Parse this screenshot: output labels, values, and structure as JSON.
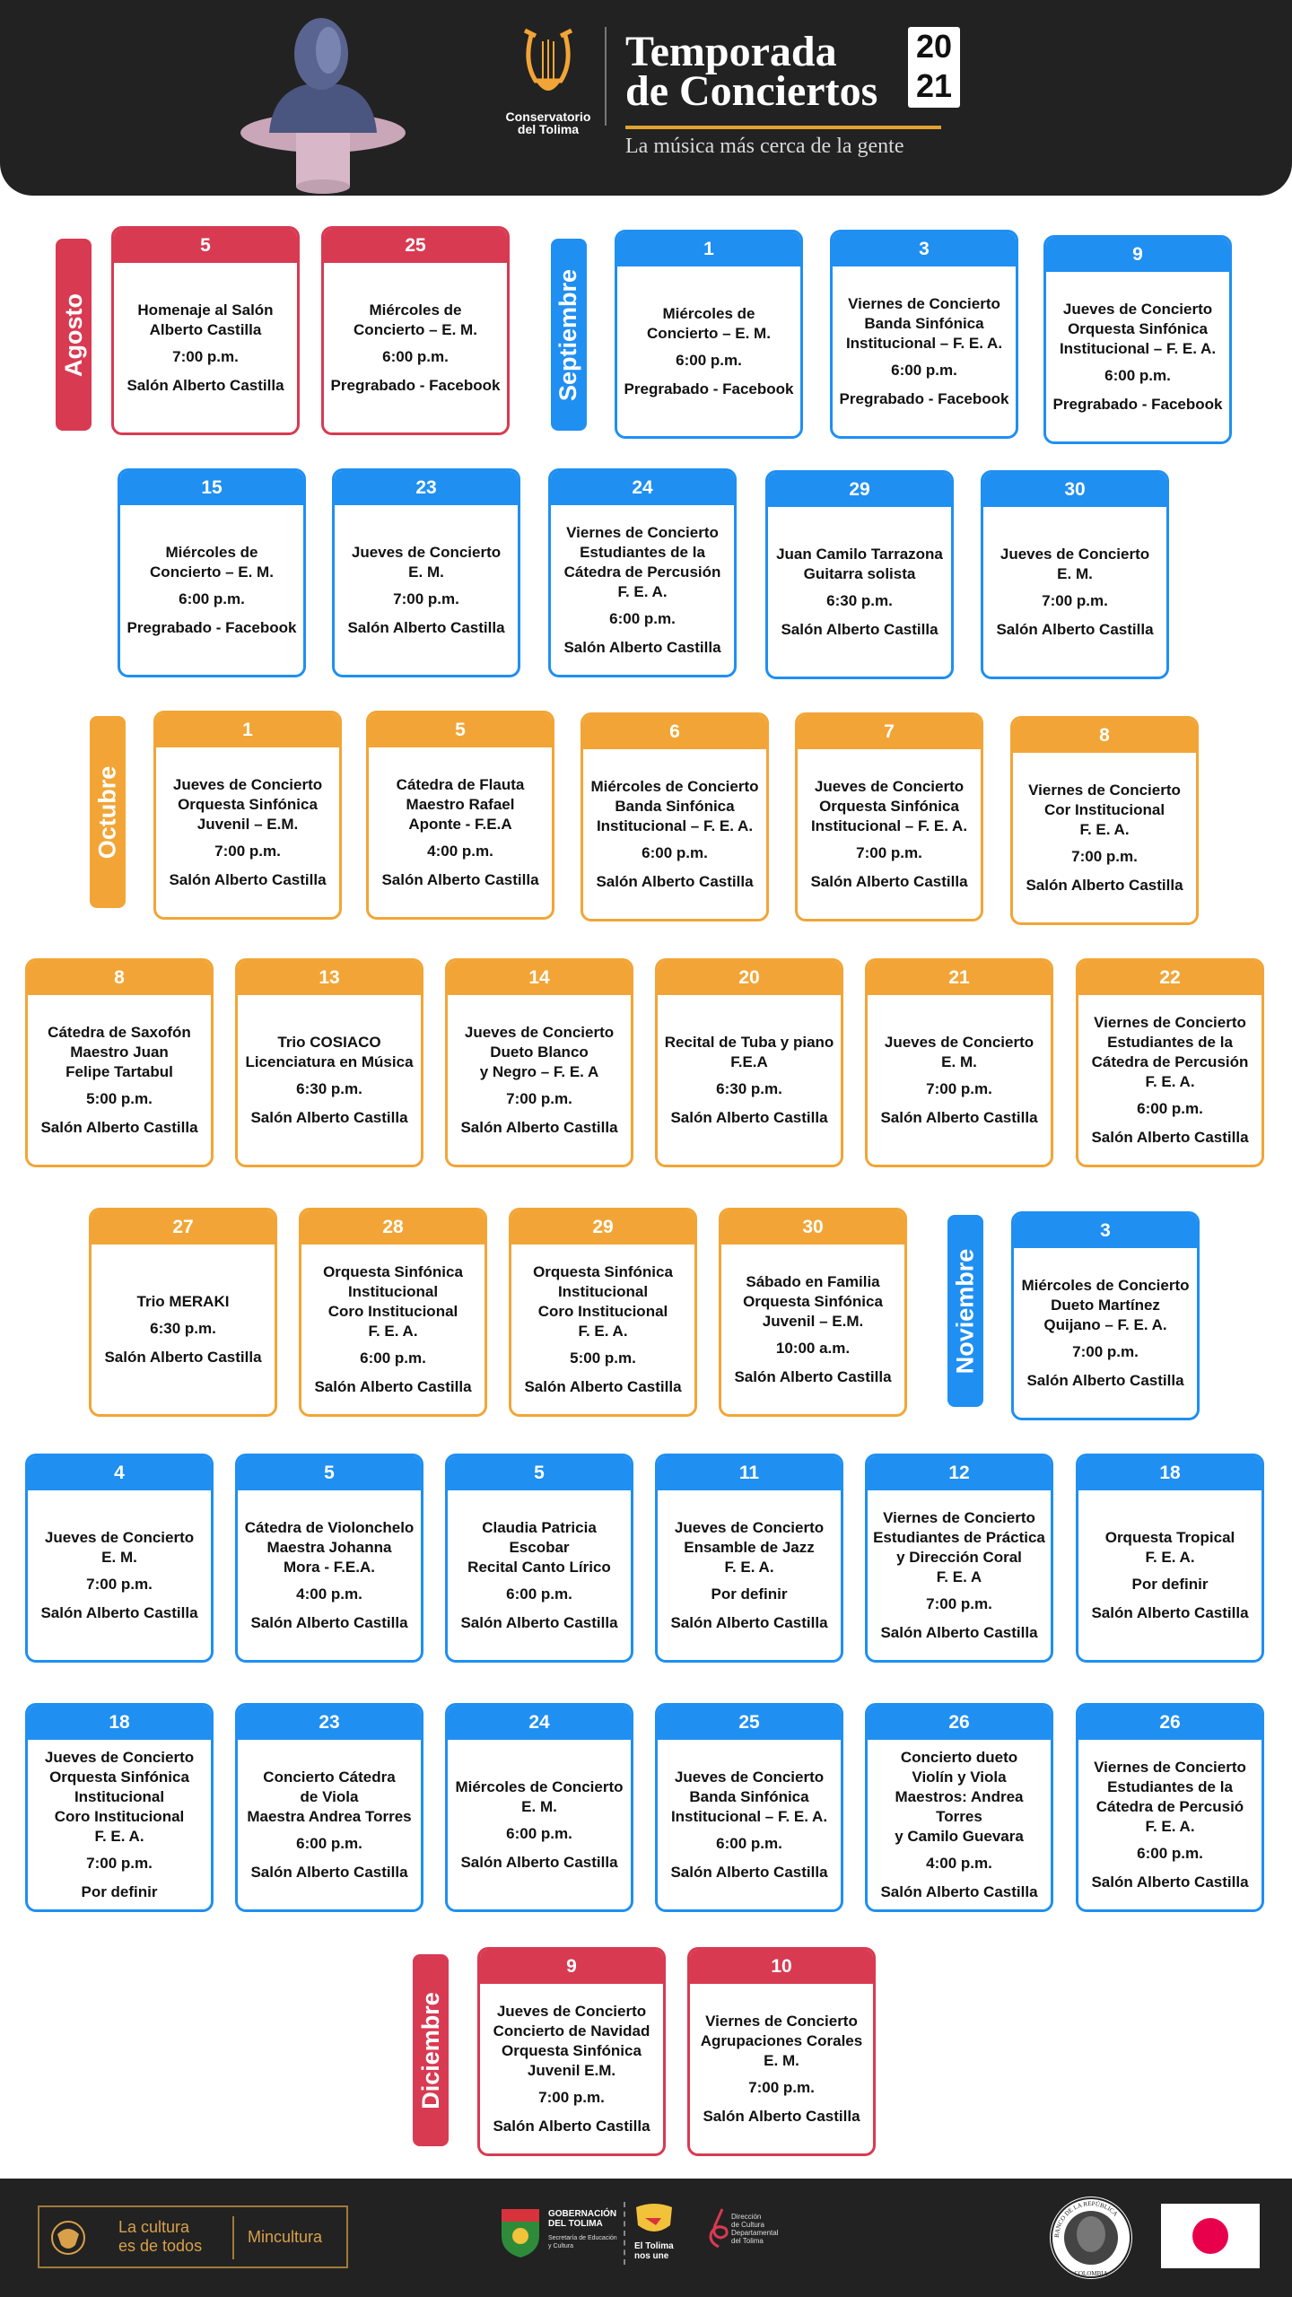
{
  "header": {
    "conservatorio": "Conservatorio\ndel Tolima",
    "title_line1": "Temporada",
    "title_line2": "de Conciertos",
    "year_top": "20",
    "year_bottom": "21",
    "subtitle": "La música más cerca de la gente"
  },
  "colors": {
    "red": "#d83a52",
    "blue": "#1f8ff2",
    "orange": "#f2a536",
    "dark": "#222222",
    "gold": "#e0a32e"
  },
  "months": {
    "agosto": "Agosto",
    "septiembre": "Septiembre",
    "octubre": "Octubre",
    "noviembre": "Noviembre",
    "diciembre": "Diciembre"
  },
  "events": [
    {
      "day": "5",
      "title": "Homenaje al Salón\nAlberto Castilla",
      "time": "7:00 p.m.",
      "place": "Salón Alberto Castilla"
    },
    {
      "day": "25",
      "title": "Miércoles de\nConcierto – E. M.",
      "time": "6:00 p.m.",
      "place": "Pregrabado - Facebook"
    },
    {
      "day": "1",
      "title": "Miércoles de\nConcierto – E. M.",
      "time": "6:00 p.m.",
      "place": "Pregrabado - Facebook"
    },
    {
      "day": "3",
      "title": "Viernes de Concierto\nBanda Sinfónica\nInstitucional – F. E. A.",
      "time": "6:00 p.m.",
      "place": "Pregrabado - Facebook"
    },
    {
      "day": "9",
      "title": "Jueves de Concierto\nOrquesta Sinfónica\nInstitucional – F. E. A.",
      "time": "6:00 p.m.",
      "place": "Pregrabado - Facebook"
    },
    {
      "day": "15",
      "title": "Miércoles de\nConcierto – E. M.",
      "time": "6:00 p.m.",
      "place": "Pregrabado - Facebook"
    },
    {
      "day": "23",
      "title": "Jueves de Concierto\nE. M.",
      "time": "7:00 p.m.",
      "place": "Salón Alberto Castilla"
    },
    {
      "day": "24",
      "title": "Viernes de Concierto\nEstudiantes de la\nCátedra de Percusión\nF. E. A.",
      "time": "6:00 p.m.",
      "place": "Salón Alberto Castilla"
    },
    {
      "day": "29",
      "title": "Juan Camilo Tarrazona\nGuitarra solista",
      "time": "6:30 p.m.",
      "place": "Salón  Alberto Castilla"
    },
    {
      "day": "30",
      "title": "Jueves de Concierto\nE. M.",
      "time": "7:00 p.m.",
      "place": "Salón Alberto Castilla"
    },
    {
      "day": "1",
      "title": "Jueves de Concierto\nOrquesta Sinfónica\nJuvenil  – E.M.",
      "time": "7:00 p.m.",
      "place": "Salón Alberto Castilla"
    },
    {
      "day": "5",
      "title": "Cátedra de Flauta\nMaestro Rafael\nAponte - F.E.A",
      "time": "4:00 p.m.",
      "place": "Salón Alberto Castilla"
    },
    {
      "day": "6",
      "title": "Miércoles de Concierto\nBanda Sinfónica\nInstitucional – F. E. A.",
      "time": "6:00 p.m.",
      "place": "Salón Alberto Castilla"
    },
    {
      "day": "7",
      "title": "Jueves de Concierto\nOrquesta Sinfónica\nInstitucional – F. E. A.",
      "time": "7:00 p.m.",
      "place": "Salón Alberto Castilla"
    },
    {
      "day": "8",
      "title": "Viernes de Concierto\nCor Institucional\nF. E. A.",
      "time": "7:00 p.m.",
      "place": "Salón Alberto Castilla"
    },
    {
      "day": "8",
      "title": "Cátedra de Saxofón\nMaestro Juan\nFelipe Tartabul",
      "time": "5:00 p.m.",
      "place": "Salón Alberto Castilla"
    },
    {
      "day": "13",
      "title": "Trio COSIACO\nLicenciatura en Música",
      "time": "6:30 p.m.",
      "place": "Salón Alberto Castilla"
    },
    {
      "day": "14",
      "title": "Jueves de Concierto\nDueto Blanco\ny Negro – F. E. A",
      "time": "7:00 p.m.",
      "place": "Salón Alberto Castilla"
    },
    {
      "day": "20",
      "title": "Recital de Tuba y piano\nF.E.A",
      "time": "6:30 p.m.",
      "place": "Salón Alberto Castilla"
    },
    {
      "day": "21",
      "title": "Jueves de Concierto\nE. M.",
      "time": "7:00 p.m.",
      "place": "Salón Alberto Castilla"
    },
    {
      "day": "22",
      "title": "Viernes de Concierto\nEstudiantes de la\nCátedra de Percusión\nF. E. A.",
      "time": "6:00 p.m.",
      "place": "Salón Alberto Castilla"
    },
    {
      "day": "27",
      "title": "Trio MERAKI",
      "time": "6:30 p.m.",
      "place": "Salón Alberto Castilla"
    },
    {
      "day": "28",
      "title": "Orquesta Sinfónica\nInstitucional\nCoro Institucional\nF. E. A.",
      "time": "6:00 p.m.",
      "place": "Salón Alberto Castilla"
    },
    {
      "day": "29",
      "title": "Orquesta Sinfónica\nInstitucional\nCoro Institucional\nF. E. A.",
      "time": "5:00 p.m.",
      "place": "Salón Alberto Castilla"
    },
    {
      "day": "30",
      "title": "Sábado en Familia\nOrquesta Sinfónica\nJuvenil – E.M.",
      "time": "10:00 a.m.",
      "place": "Salón Alberto Castilla"
    },
    {
      "day": "3",
      "title": "Miércoles de Concierto\nDueto Martínez\nQuijano – F. E. A.",
      "time": "7:00 p.m.",
      "place": "Salón Alberto Castilla"
    },
    {
      "day": "4",
      "title": "Jueves de Concierto\nE. M.",
      "time": "7:00 p.m.",
      "place": "Salón Alberto Castilla"
    },
    {
      "day": "5",
      "title": "Cátedra de Violonchelo\nMaestra Johanna\nMora - F.E.A.",
      "time": "4:00 p.m.",
      "place": "Salón Alberto Castilla"
    },
    {
      "day": "5",
      "title": "Claudia Patricia Escobar\nRecital Canto Lírico",
      "time": "6:00 p.m.",
      "place": "Salón Alberto Castilla"
    },
    {
      "day": "11",
      "title": "Jueves de Concierto\nEnsamble de Jazz\nF. E. A.",
      "time": "Por definir",
      "place": "Salón Alberto Castilla"
    },
    {
      "day": "12",
      "title": "Viernes de Concierto\nEstudiantes de Práctica\ny Dirección Coral\nF. E. A",
      "time": "7:00 p.m.",
      "place": "Salón Alberto Castilla"
    },
    {
      "day": "18",
      "title": "Orquesta Tropical\nF. E. A.",
      "time": "Por definir",
      "place": "Salón Alberto Castilla"
    },
    {
      "day": "18",
      "title": "Jueves de Concierto\nOrquesta Sinfónica\nInstitucional\nCoro Institucional\nF. E. A.",
      "time": "7:00 p.m.",
      "place": "Por definir"
    },
    {
      "day": "23",
      "title": "Concierto Cátedra\nde Viola\nMaestra Andrea Torres",
      "time": "6:00 p.m.",
      "place": "Salón Alberto Castilla"
    },
    {
      "day": "24",
      "title": "Miércoles de Concierto\nE. M.",
      "time": "6:00 p.m.",
      "place": "Salón Alberto Castilla"
    },
    {
      "day": "25",
      "title": "Jueves de Concierto\nBanda Sinfónica\nInstitucional – F. E. A.",
      "time": "6:00 p.m.",
      "place": "Salón Alberto Castilla"
    },
    {
      "day": "26",
      "title": "Concierto dueto\nViolín y Viola\nMaestros: Andrea Torres\ny Camilo Guevara",
      "time": "4:00 p.m.",
      "place": "Salón Alberto Castilla"
    },
    {
      "day": "26",
      "title": "Viernes de Concierto\nEstudiantes de la\nCátedra de Percusió\nF. E. A.",
      "time": "6:00 p.m.",
      "place": "Salón Alberto Castilla"
    },
    {
      "day": "9",
      "title": "Jueves de Concierto\nConcierto de Navidad\nOrquesta Sinfónica\nJuvenil E.M.",
      "time": "7:00 p.m.",
      "place": "Salón Alberto Castilla"
    },
    {
      "day": "10",
      "title": "Viernes de Concierto\nAgrupaciones Corales\nE. M.",
      "time": "7:00 p.m.",
      "place": "Salón Alberto Castilla"
    }
  ],
  "footer": {
    "cultura": "La cultura\nes de todos",
    "mincultura": "Mincultura",
    "gobernacion": "GOBERNACIÓN\nDEL TOLIMA",
    "secretaria": "Secretaría de Educación\ny Cultura",
    "tolima_nos_une": "El Tolima\nnos une",
    "direccion": "Dirección\nde Cultura\nDepartamental\ndel Tolima",
    "banco": "BANCO DE LA REPÚBLICA",
    "colombia": "COLOMBIA"
  }
}
